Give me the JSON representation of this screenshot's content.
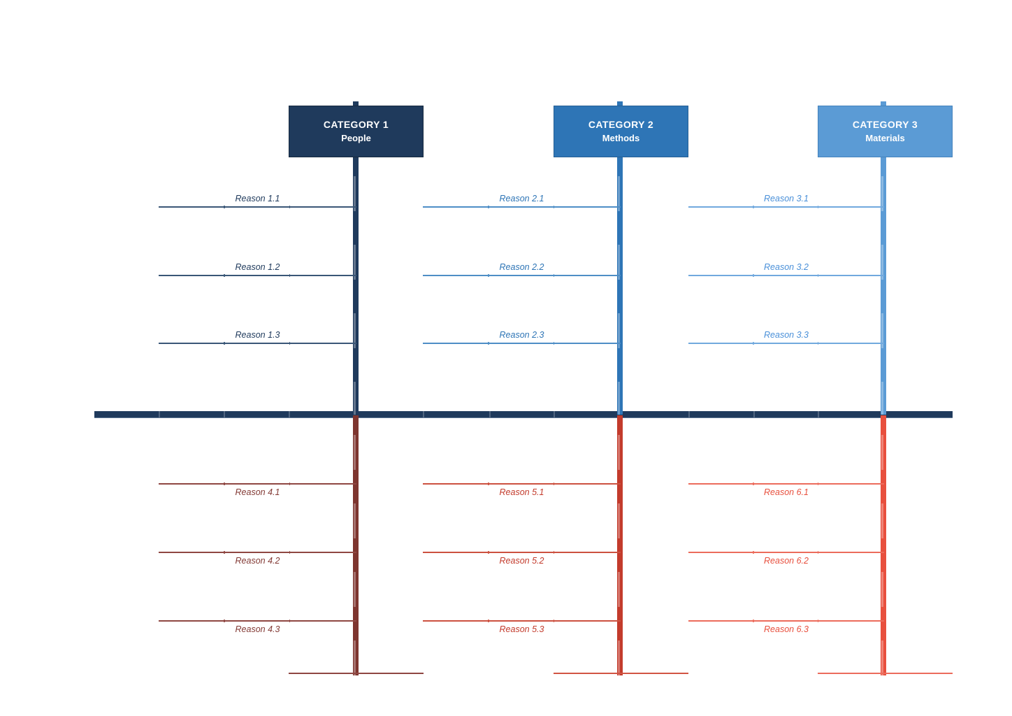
{
  "diagram": {
    "kind": "fishbone-cause-effect-template",
    "colors": {
      "spine": "#1F3A5C",
      "column1_top": "#1F3A5C",
      "column2_top": "#2E75B6",
      "column3_top": "#5B9BD5",
      "column1_bottom": "#7E352F",
      "column2_bottom": "#C33B2C",
      "column3_bottom": "#E8503E"
    }
  },
  "columns": [
    {
      "category_title": "CATEGORY 1",
      "category_subtitle": "People",
      "top_reasons": [
        "Reason 1.1",
        "Reason 1.2",
        "Reason 1.3"
      ],
      "bottom_reasons": [
        "Reason 4.1",
        "Reason 4.2",
        "Reason 4.3"
      ]
    },
    {
      "category_title": "CATEGORY 2",
      "category_subtitle": "Methods",
      "top_reasons": [
        "Reason 2.1",
        "Reason 2.2",
        "Reason 2.3"
      ],
      "bottom_reasons": [
        "Reason 5.1",
        "Reason 5.2",
        "Reason 5.3"
      ]
    },
    {
      "category_title": "CATEGORY 3",
      "category_subtitle": "Materials",
      "top_reasons": [
        "Reason 3.1",
        "Reason 3.2",
        "Reason 3.3"
      ],
      "bottom_reasons": [
        "Reason 6.1",
        "Reason 6.2",
        "Reason 6.3"
      ]
    }
  ]
}
